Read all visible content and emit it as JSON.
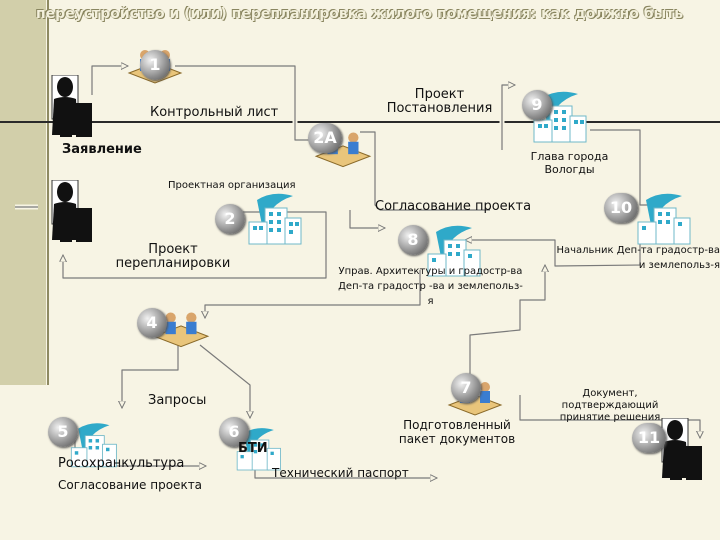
{
  "title": "переустройство и (или) перепланировка жилого помещения: как должно быть",
  "steps": {
    "s1": "1",
    "s2": "2",
    "s2a": "2А",
    "s4": "4",
    "s5": "5",
    "s6": "6",
    "s7": "7",
    "s8": "8",
    "s9": "9",
    "s10": "10",
    "s11": "11"
  },
  "labels": {
    "control_sheet": "Контрольный лист",
    "project_resolution": "Проект Постановления",
    "application": "Заявление",
    "mayor": "Глава города Вологды",
    "design_org": "Проектная организация",
    "project_approval": "Согласование проекта",
    "replanning_project": "Проект перепланировки",
    "arch_dept": "Управ. Архитектуры и градостр-ва Деп-та градостр -ва и землепольз-я",
    "dept_head": "Начальник Деп-та градостр-ва и землепольз-я",
    "requests": "Запросы",
    "rosokhrankultura": "Росохранкультура",
    "culture_approval": "Согласование проекта",
    "bti": "БТИ",
    "tech_passport": "Технический паспорт",
    "prepared_package": "Подготовленный пакет документов",
    "decision_document": "Документ, подтверждающий принятие решения"
  }
}
